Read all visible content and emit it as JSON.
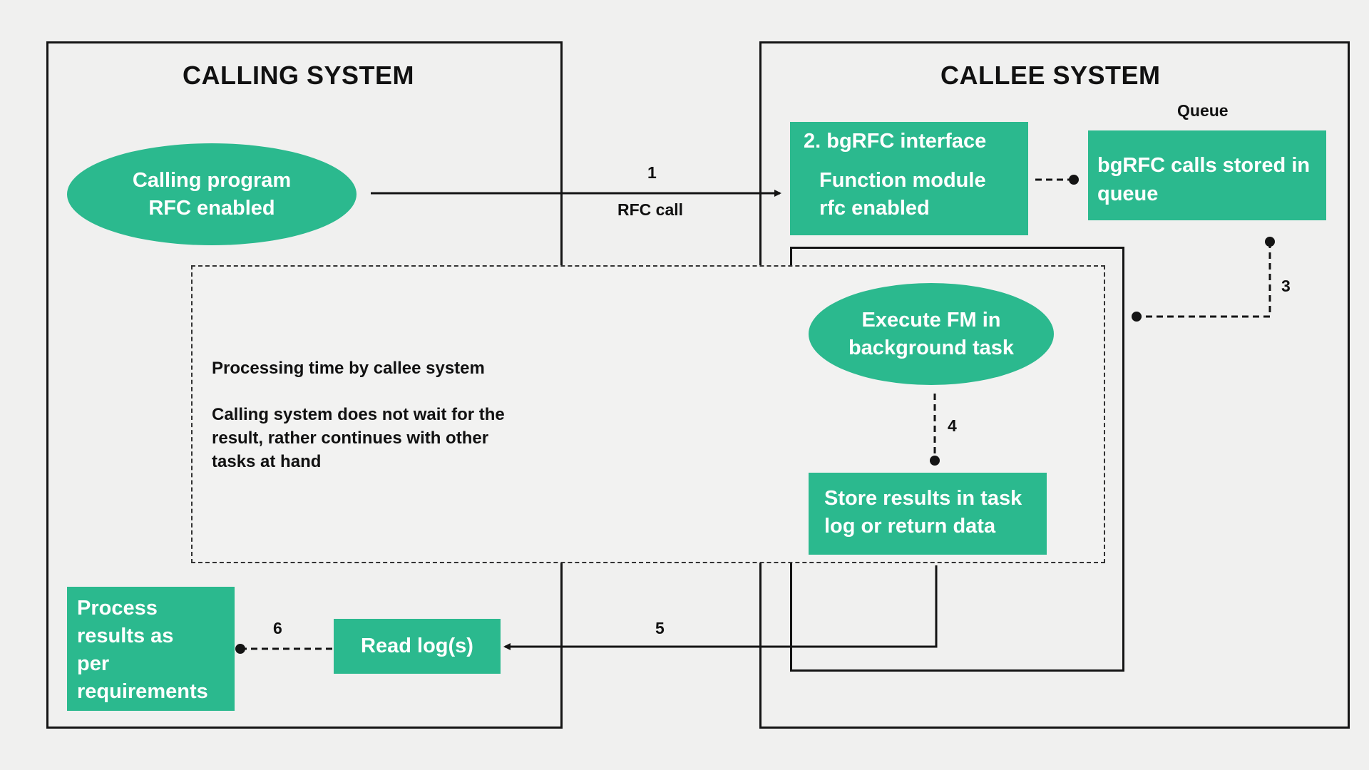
{
  "calling_system": {
    "title": "CALLING SYSTEM",
    "calling_program": [
      "Calling program",
      "RFC enabled"
    ],
    "process_results": [
      "Process",
      "results as",
      "per",
      "requirements"
    ],
    "read_logs": "Read log(s)"
  },
  "callee_system": {
    "title": "CALLEE SYSTEM",
    "bgrfc_interface": {
      "heading": "2. bgRFC interface",
      "lines": [
        "Function module",
        "rfc enabled"
      ]
    },
    "queue_label": "Queue",
    "queue_box": [
      "bgRFC calls stored in",
      "queue"
    ],
    "execute_fm": [
      "Execute FM in",
      "background task"
    ],
    "store_results": [
      "Store results in task",
      "log or return data"
    ]
  },
  "processing_note": {
    "heading": "Processing time by callee system",
    "body": [
      "Calling system does not wait for the",
      "result, rather continues with other",
      "tasks at hand"
    ]
  },
  "connectors": {
    "step1_number": "1",
    "step1_label": "RFC call",
    "step3_number": "3",
    "step4_number": "4",
    "step5_number": "5",
    "step6_number": "6"
  },
  "colors": {
    "accent_green": "#2bb98e",
    "line": "#141414",
    "background": "#f0f0ef"
  }
}
